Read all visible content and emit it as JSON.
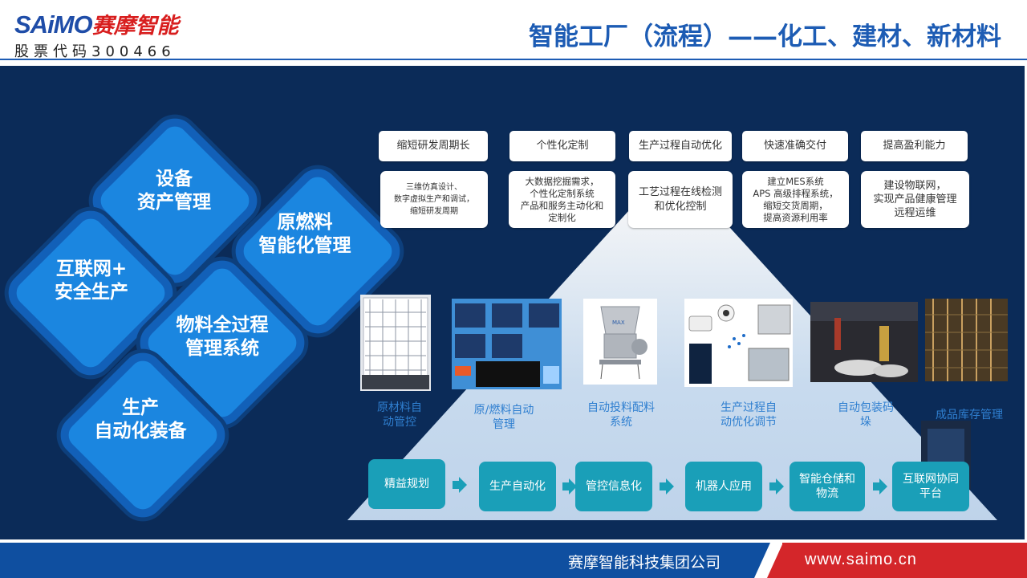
{
  "header": {
    "logo_en": "SAiMO",
    "logo_cn": "赛摩智能",
    "stock_code": "股票代码300466",
    "title": "智能工厂（流程）——化工、建材、新材料"
  },
  "diamonds": [
    {
      "label": "设备\n资产管理"
    },
    {
      "label": "原燃料\n智能化管理"
    },
    {
      "label": "互联网+\n安全生产"
    },
    {
      "label": "物料全过程\n管理系统"
    },
    {
      "label": "生产\n自动化装备"
    }
  ],
  "top_headers": [
    "缩短研发周期长",
    "个性化定制",
    "生产过程自动优化",
    "快速准确交付",
    "提高盈利能力"
  ],
  "top_details": [
    "三维仿真设计、\n数字虚拟生产和调试，\n缩短研发周期",
    "大数据挖掘需求，\n个性化定制系统\n产品和服务主动化和\n定制化",
    "工艺过程在线检测\n和优化控制",
    "建立MES系统\nAPS 高级排程系统，\n缩短交货周期，\n提高资源利用率",
    "建设物联网，\n实现产品健康管理\n远程运维"
  ],
  "captions": [
    "原材料自\n动管控",
    "原/燃料自动\n管理",
    "自动投料配料\n系统",
    "生产过程自\n动优化调节",
    "自动包装码\n垛",
    "成品库存管理"
  ],
  "screen_badge": "MAX",
  "steps": [
    "精益规划",
    "生产自动化",
    "管控信息化",
    "机器人应用",
    "智能仓储和\n物流",
    "互联网协同\n平台"
  ],
  "footer": {
    "company": "赛摩智能科技集团公司",
    "website": "www.saimo.cn"
  },
  "colors": {
    "brand_blue": "#1d5cb4",
    "panel_bg": "#0b2b58",
    "diamond": "#1b86e0",
    "step_teal": "#1a9fb8",
    "footer_red": "#d4262a"
  }
}
